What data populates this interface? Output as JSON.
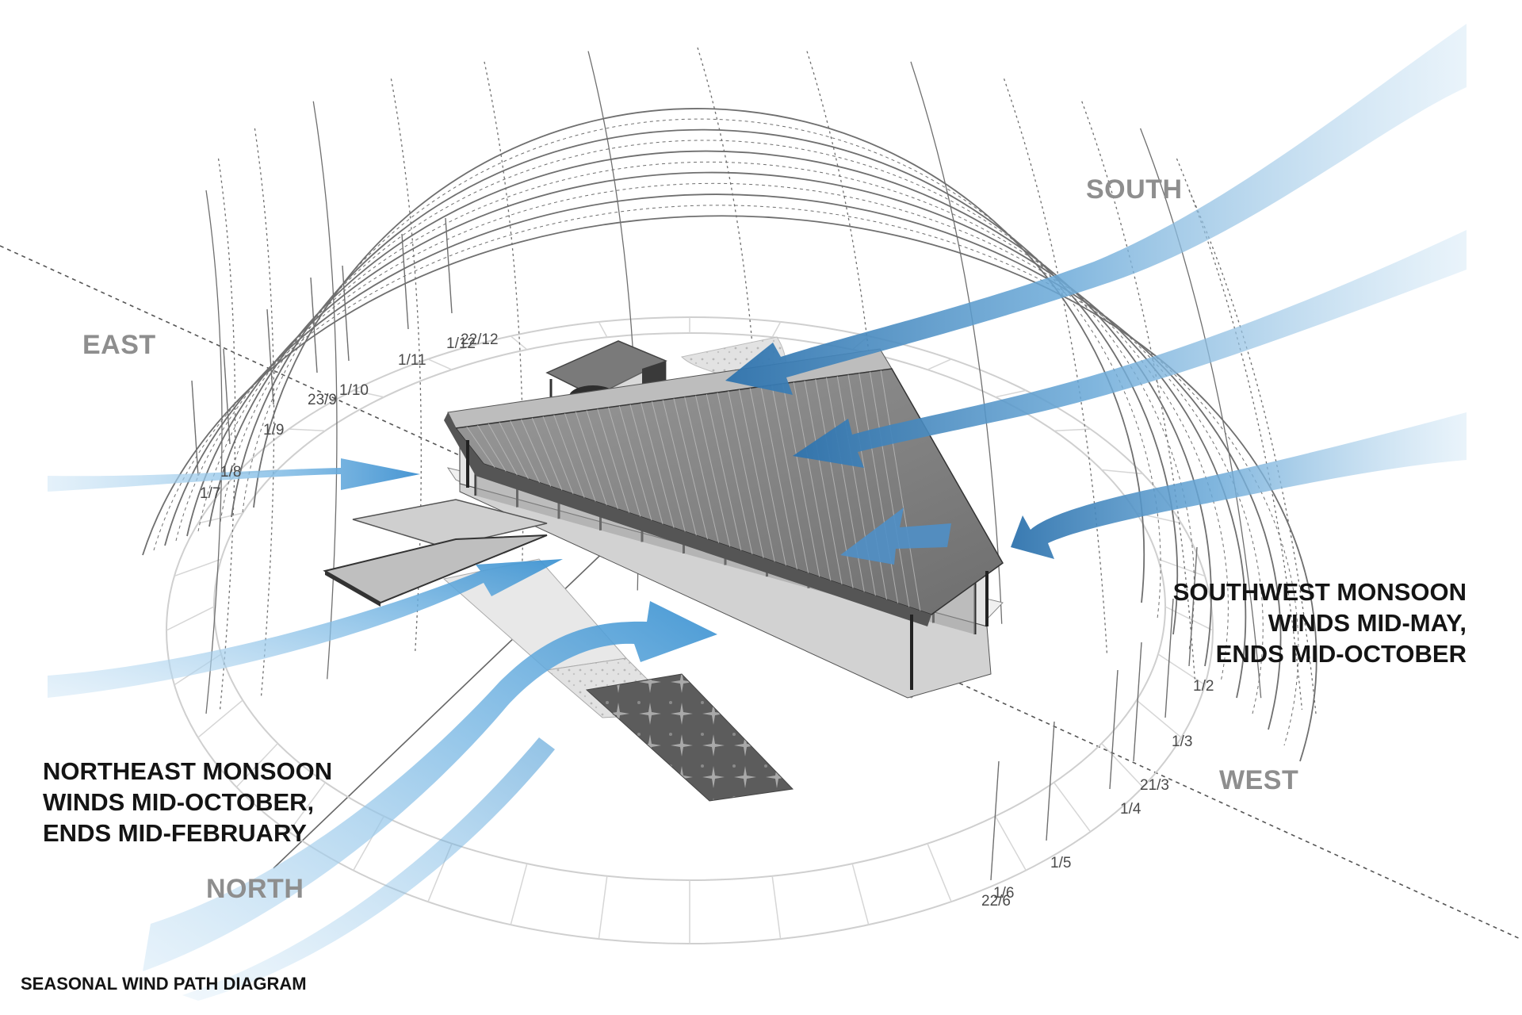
{
  "title": "SEASONAL WIND PATH DIAGRAM",
  "directions": {
    "north": "NORTH",
    "east": "EAST",
    "south": "SOUTH",
    "west": "WEST"
  },
  "notes": {
    "northeast": [
      "NORTHEAST MONSOON",
      "WINDS MID-OCTOBER,",
      "ENDS MID-FEBRUARY"
    ],
    "southwest": [
      "SOUTHWEST MONSOON",
      "WINDS MID-MAY,",
      "ENDS MID-OCTOBER"
    ]
  },
  "sun_path_dates": {
    "east_side": [
      "1/7",
      "1/8",
      "1/9",
      "23/9",
      "1/10",
      "1/11",
      "1/12",
      "22/12"
    ],
    "west_side": [
      "1/2",
      "1/3",
      "21/3",
      "1/4",
      "1/5",
      "1/6",
      "22/6"
    ]
  },
  "colors": {
    "wind": "#3a8fd0",
    "wind_dark": "#2f6fa8",
    "dome_line": "#6f6f6f",
    "direction_label": "#8e8e8e"
  }
}
